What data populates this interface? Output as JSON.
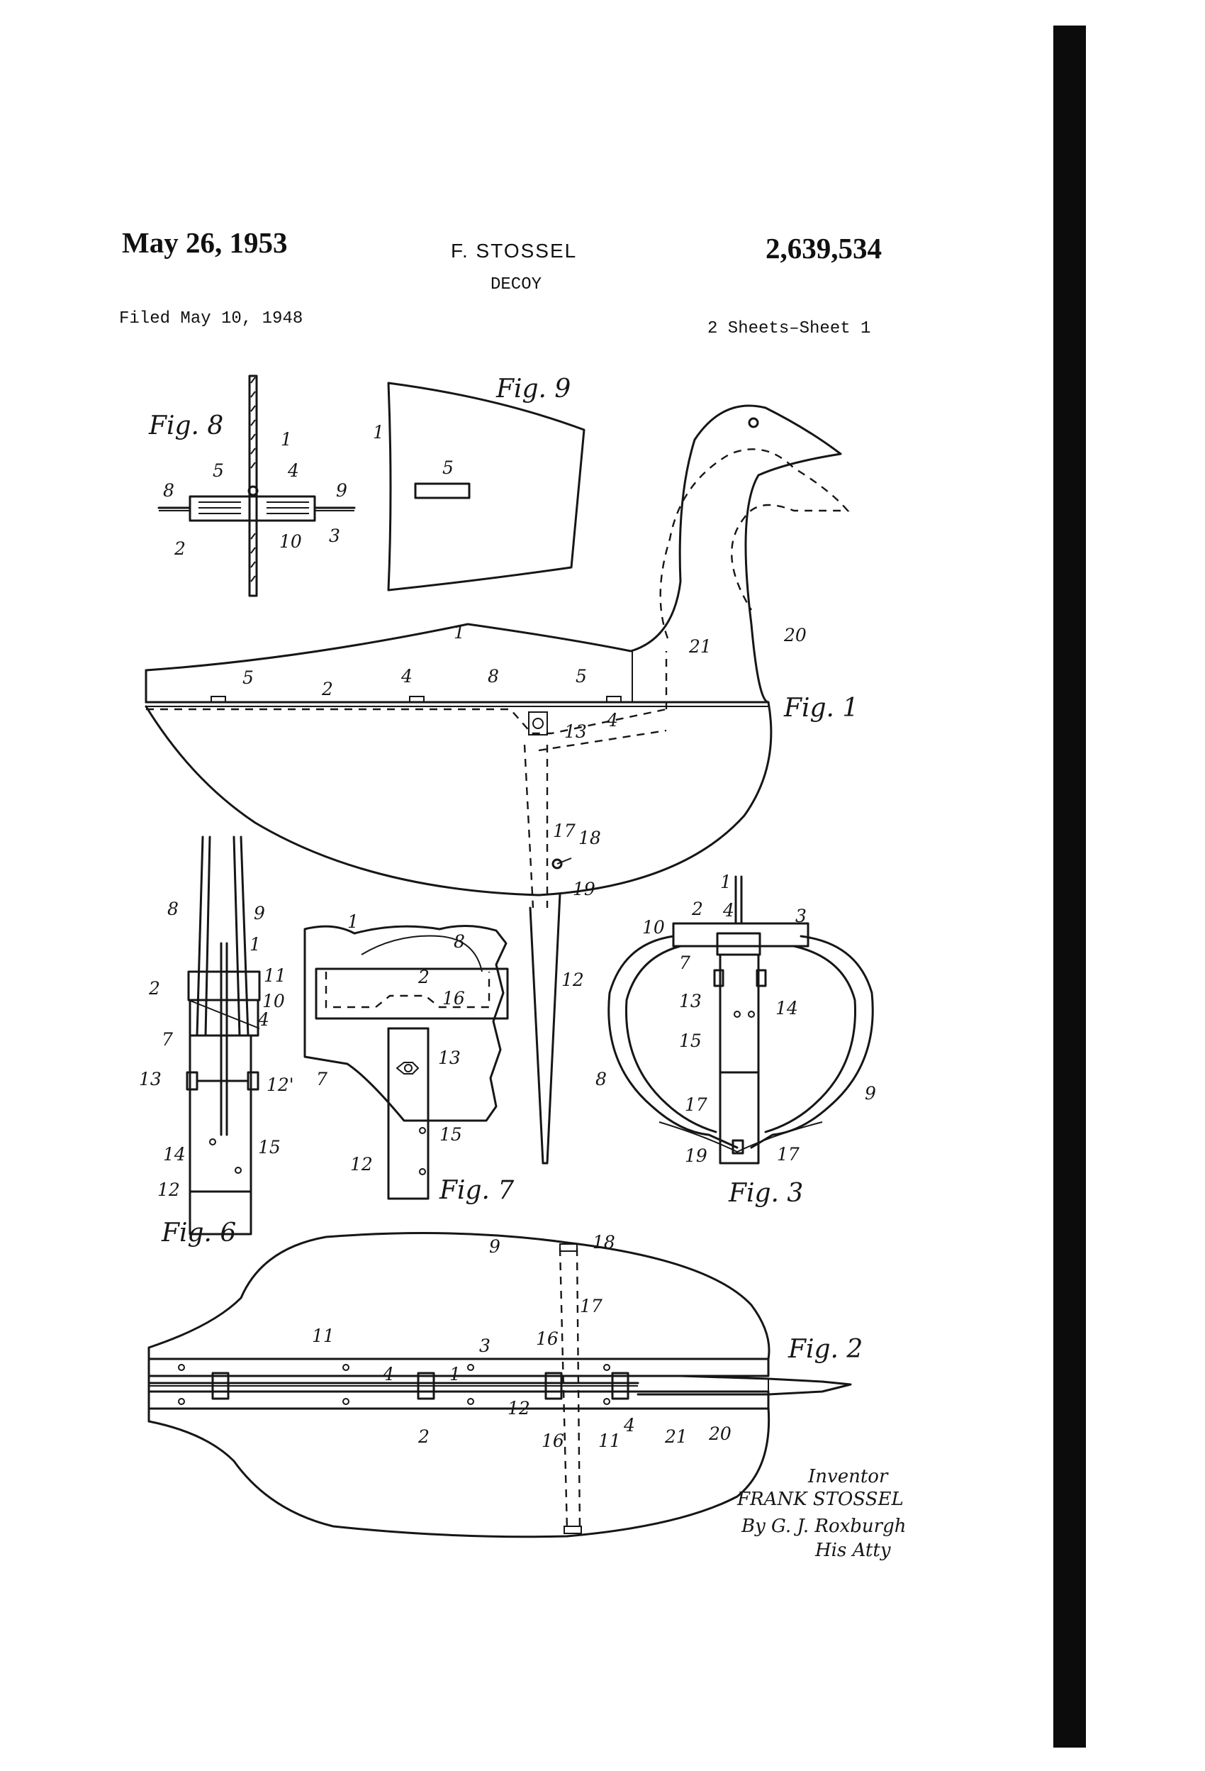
{
  "header": {
    "date": "May 26, 1953",
    "inventor": "F. STOSSEL",
    "patent_number": "2,639,534",
    "title": "DECOY",
    "filed": "Filed May 10, 1948",
    "sheets": "2 Sheets–Sheet 1"
  },
  "figures": {
    "fig1": "Fig. 1",
    "fig2": "Fig. 2",
    "fig3": "Fig. 3",
    "fig6": "Fig. 6",
    "fig7": "Fig. 7",
    "fig8": "Fig. 8",
    "fig9": "Fig. 9"
  },
  "signature": {
    "line1": "Inventor",
    "line2": "FRANK STOSSEL",
    "line3": "By G. J. Roxburgh",
    "line4": "His Atty"
  },
  "refs": {
    "r1": "1",
    "r2": "2",
    "r3": "3",
    "r4": "4",
    "r5": "5",
    "r7": "7",
    "r8": "8",
    "r9": "9",
    "r10": "10",
    "r11": "11",
    "r12": "12",
    "r12p": "12'",
    "r13": "13",
    "r14": "14",
    "r15": "15",
    "r16": "16",
    "r17": "17",
    "r18": "18",
    "r19": "19",
    "r20": "20",
    "r21": "21"
  },
  "colors": {
    "ink": "#161616",
    "paper": "#ffffff",
    "edge_bar": "#0c0c0c"
  }
}
